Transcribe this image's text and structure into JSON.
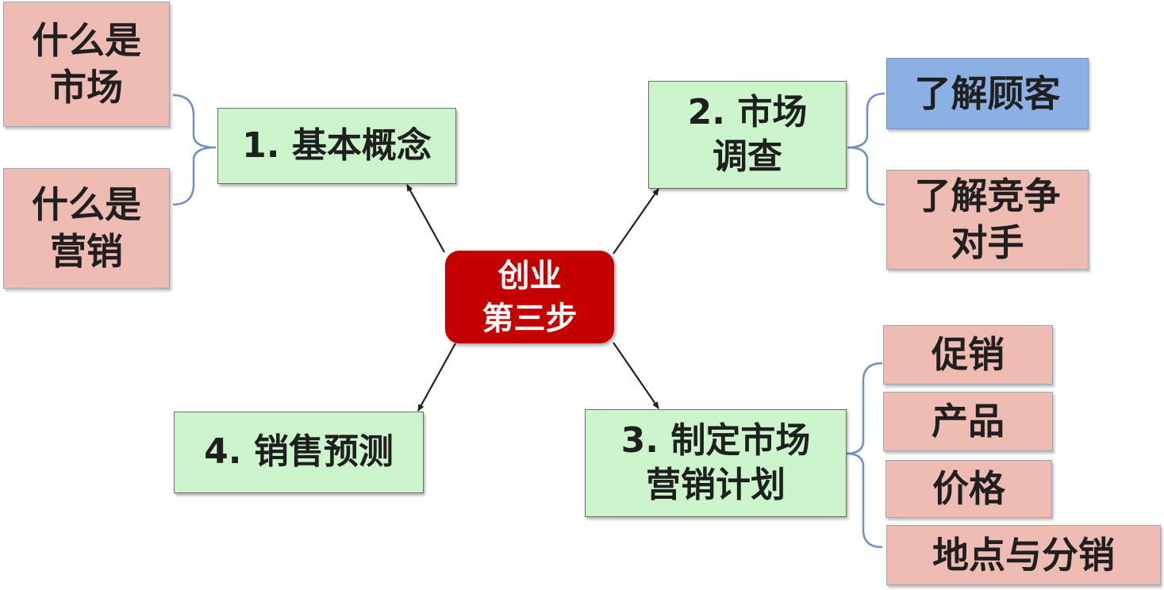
{
  "center": {
    "line1": "创业",
    "line2": "第三步"
  },
  "branches": [
    {
      "id": "basic",
      "label": "1. 基本概念"
    },
    {
      "id": "survey",
      "line1": "2. 市场",
      "line2": "调查"
    },
    {
      "id": "plan",
      "line1": "3. 制定市场",
      "line2": "营销计划"
    },
    {
      "id": "forecast",
      "label": "4. 销售预测"
    }
  ],
  "leaves": {
    "what_market": {
      "line1": "什么是",
      "line2": "市场"
    },
    "what_marketing": {
      "line1": "什么是",
      "line2": "营销"
    },
    "know_customers": {
      "label": "了解顾客"
    },
    "know_competitors": {
      "line1": "了解竞争",
      "line2": "对手"
    },
    "promotion": {
      "label": "促销"
    },
    "product": {
      "label": "产品"
    },
    "price": {
      "label": "价格"
    },
    "place": {
      "label": "地点与分销"
    }
  },
  "colors": {
    "center_fill": "#c40000",
    "branch_fill": "#ccf5cc",
    "leaf_fill": "#efbcb3",
    "highlight_leaf_fill": "#8db0e4",
    "bracket_line": "#6f8fc8",
    "arrow_line": "#222222"
  }
}
